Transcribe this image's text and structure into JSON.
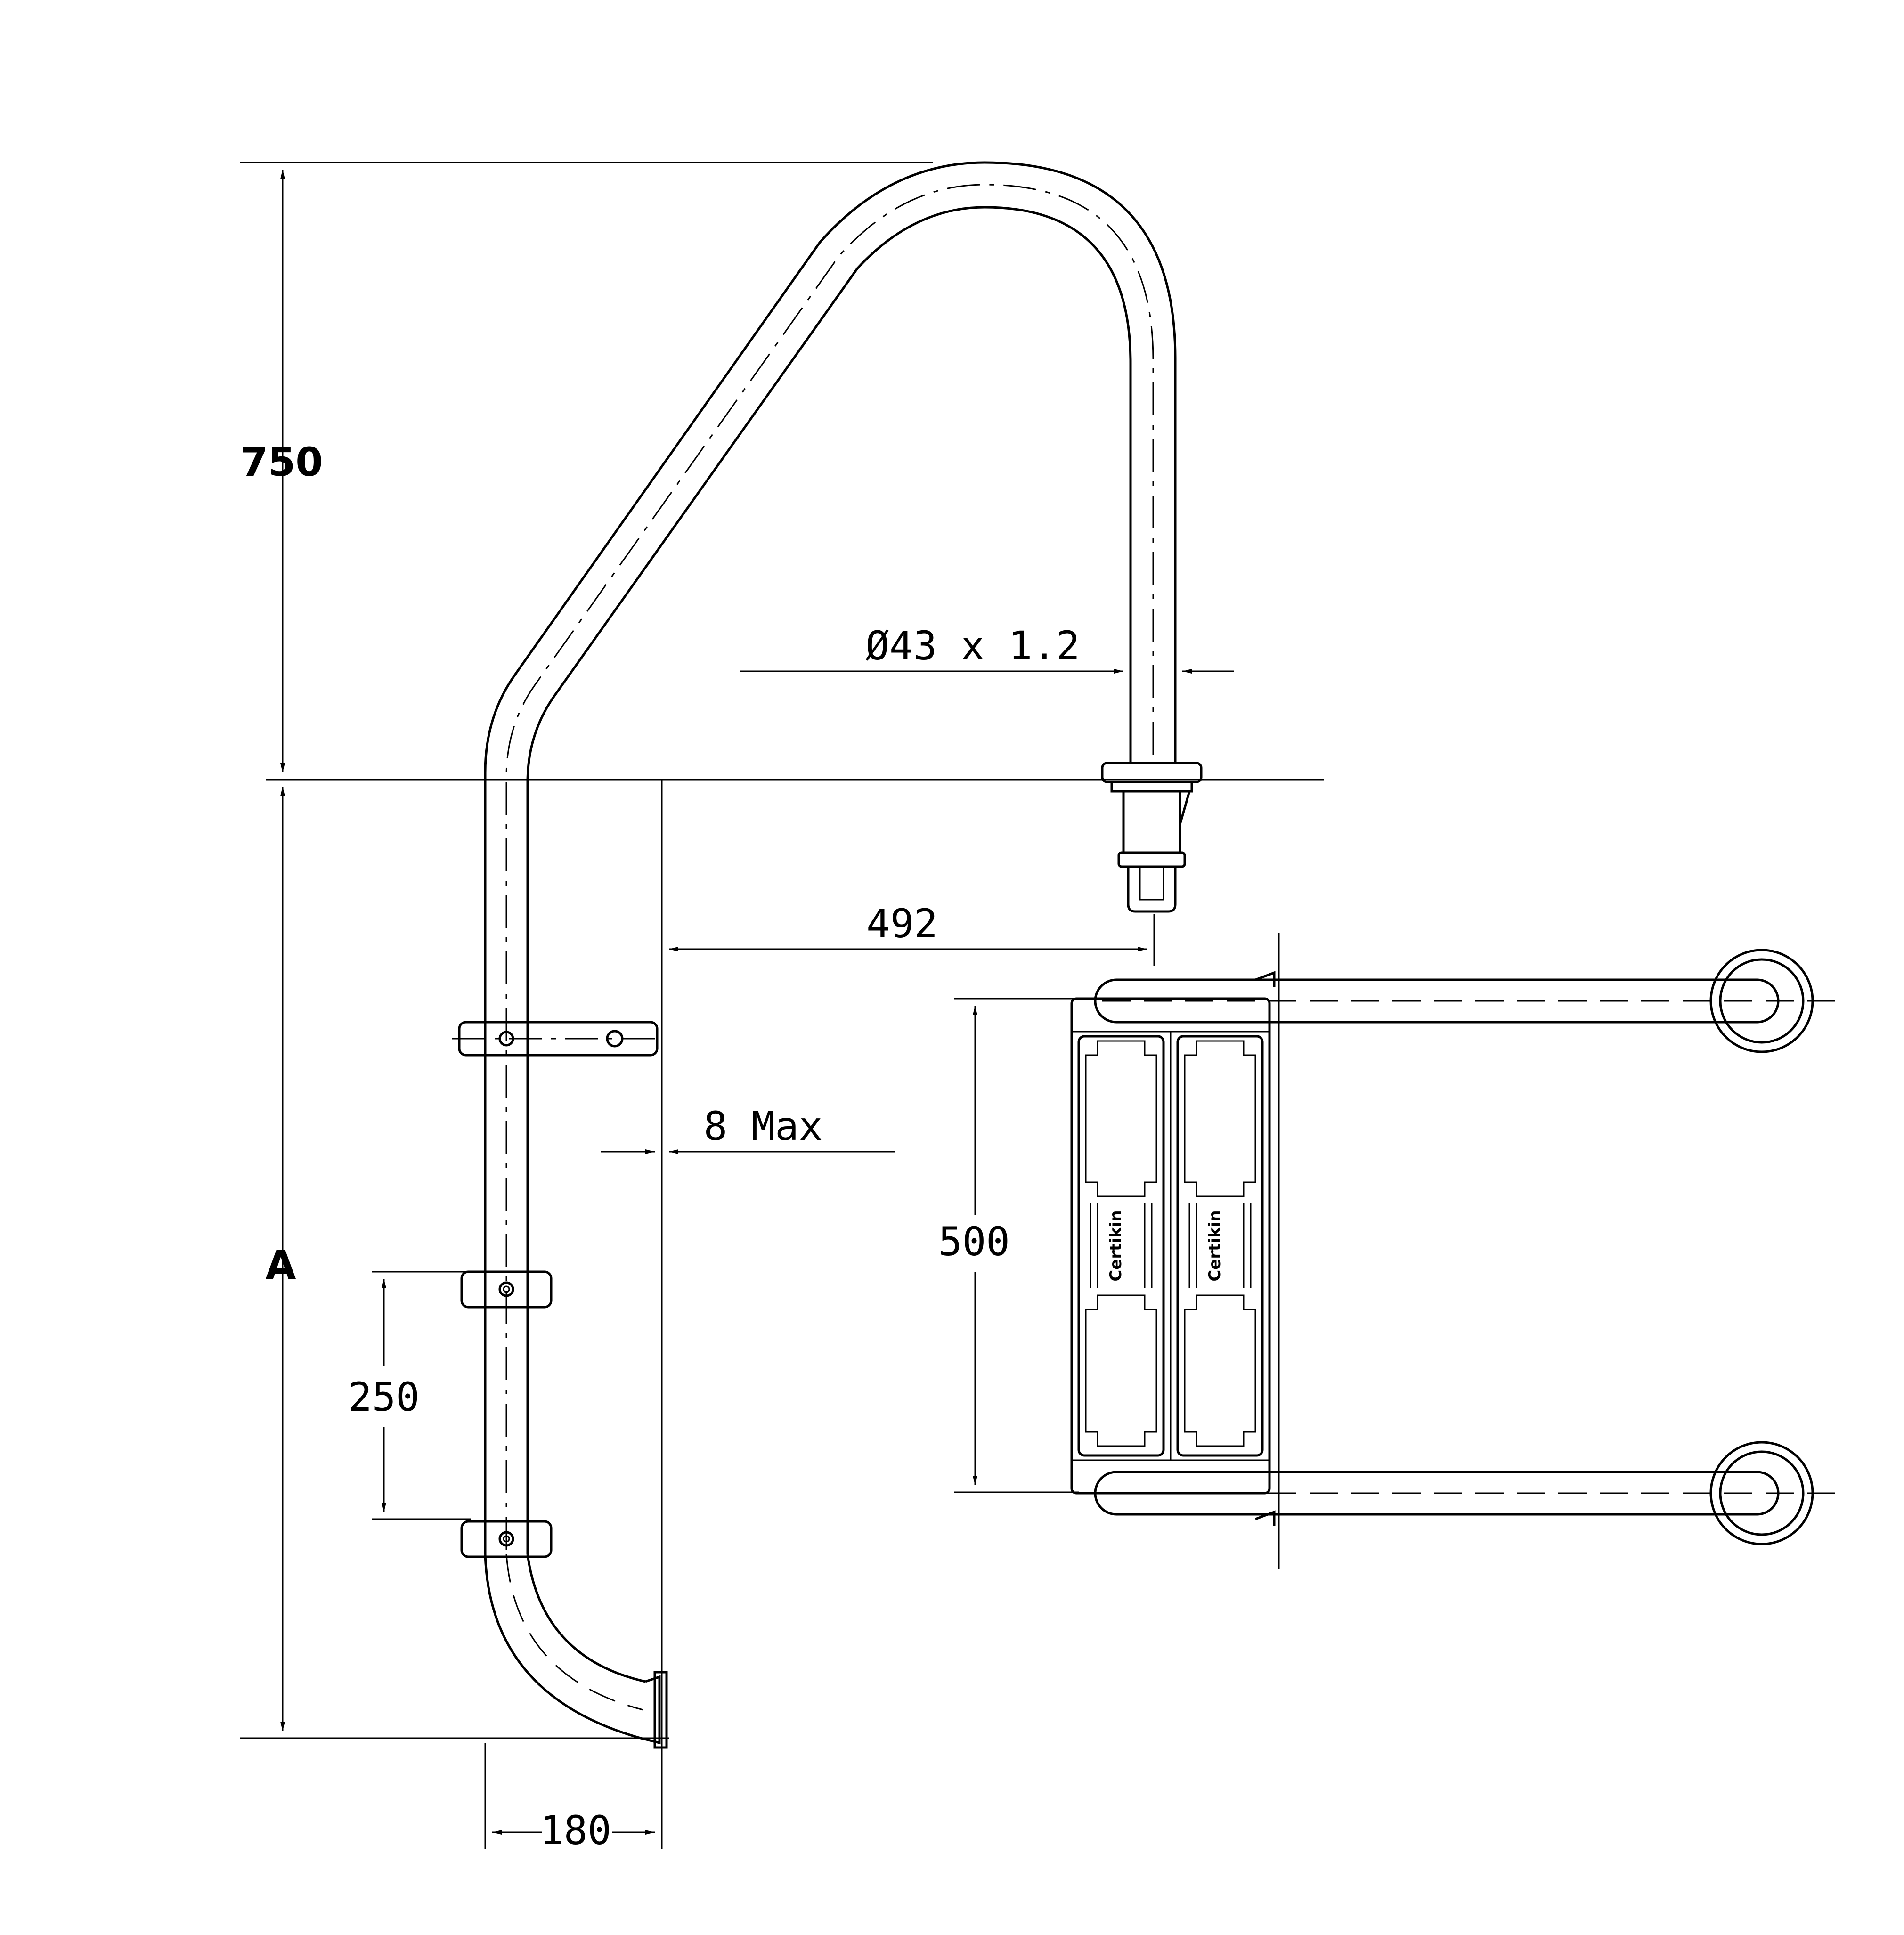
{
  "dimensions": {
    "height_top": "750",
    "height_lower": "A",
    "tube_diameter": "Ø43 x 1.2",
    "reach": "492",
    "wall_gap": "8 Max",
    "step_spacing": "250",
    "step_width": "500",
    "foot_offset": "180"
  },
  "step_brand": "Certikin"
}
